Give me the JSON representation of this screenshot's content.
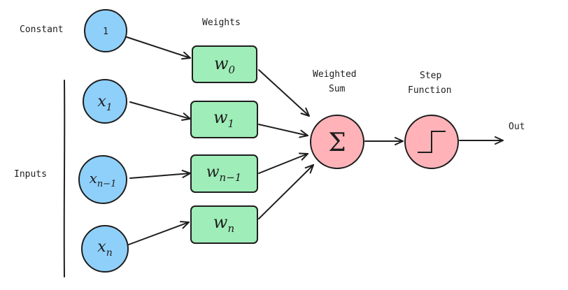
{
  "labels": {
    "constant": "Constant",
    "inputs": "Inputs",
    "weights": "Weights",
    "weighted_sum_line1": "Weighted",
    "weighted_sum_line2": "Sum",
    "step_function_line1": "Step",
    "step_function_line2": "Function",
    "out": "Out"
  },
  "nodes": {
    "constant": {
      "text": "1"
    },
    "inputs": [
      {
        "var": "x",
        "sub": "1"
      },
      {
        "var": "x",
        "sub": "n−1"
      },
      {
        "var": "x",
        "sub": "n"
      }
    ],
    "weights": [
      {
        "var": "w",
        "sub": "0"
      },
      {
        "var": "w",
        "sub": "1"
      },
      {
        "var": "w",
        "sub": "n−1"
      },
      {
        "var": "w",
        "sub": "n"
      }
    ],
    "sum_symbol": "Σ"
  },
  "colors": {
    "input_fill": "#8fd0fb",
    "weight_fill": "#9fedb8",
    "sum_fill": "#ffb3b8",
    "stroke": "#1e1e1e"
  }
}
